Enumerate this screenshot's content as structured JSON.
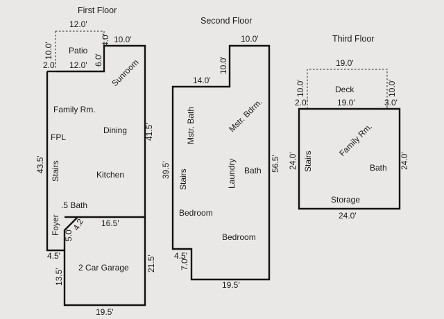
{
  "floors": [
    {
      "title": "First Floor",
      "rooms": [
        "Patio",
        "Sunroom",
        "Family Rm.",
        "FPL",
        "Dining",
        "Stairs",
        "Kitchen",
        ".5 Bath",
        "Foyer",
        "2 Car Garage"
      ],
      "dimensions": [
        "12.0'",
        "10.0'",
        "4.0'",
        "10.0'",
        "2.0'",
        "12.0'",
        "6.0'",
        "41.5'",
        "43.5'",
        "16.5'",
        "5.0'",
        "4.2'",
        "4.5'",
        "21.5'",
        "13.5'",
        "19.5'"
      ]
    },
    {
      "title": "Second Floor",
      "rooms": [
        "Mstr. Bath",
        "Mstr. Bdrm.",
        "Stairs",
        "Laundry",
        "Bath",
        "Bedroom",
        "Bedroom"
      ],
      "dimensions": [
        "10.0'",
        "10.0'",
        "14.0'",
        "39.5'",
        "56.5'",
        "4.5'",
        "7.0'",
        "19.5'"
      ]
    },
    {
      "title": "Third Floor",
      "rooms": [
        "Deck",
        "Stairs",
        "Family Rm.",
        "Bath",
        "Storage"
      ],
      "dimensions": [
        "19.0'",
        "10.0'",
        "10.0'",
        "2.0'",
        "19.0'",
        "3.0'",
        "24.0'",
        "24.0'",
        "24.0'"
      ]
    }
  ]
}
